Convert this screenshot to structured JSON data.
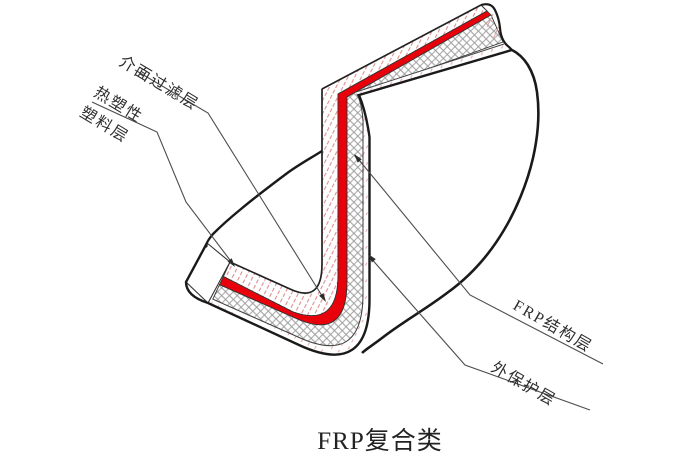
{
  "diagram": {
    "caption": "FRP复合类",
    "labels": {
      "interface_filter": "介面过滤层",
      "thermoplastic_1": "热塑性",
      "thermoplastic_2": "塑料层",
      "frp_structural": "FRP结构层",
      "outer_protective": "外保护层"
    },
    "colors": {
      "interface_filter_red": "#e8000b",
      "thermoplastic_hatch_pink": "#dd8f8f",
      "outer_layer_hatch_pink": "#e2a2a2",
      "structural_crosshatch_gray": "#9a9a9a",
      "outline_black": "#1a1a1a",
      "leader_line_gray": "#4d4d4d"
    }
  }
}
